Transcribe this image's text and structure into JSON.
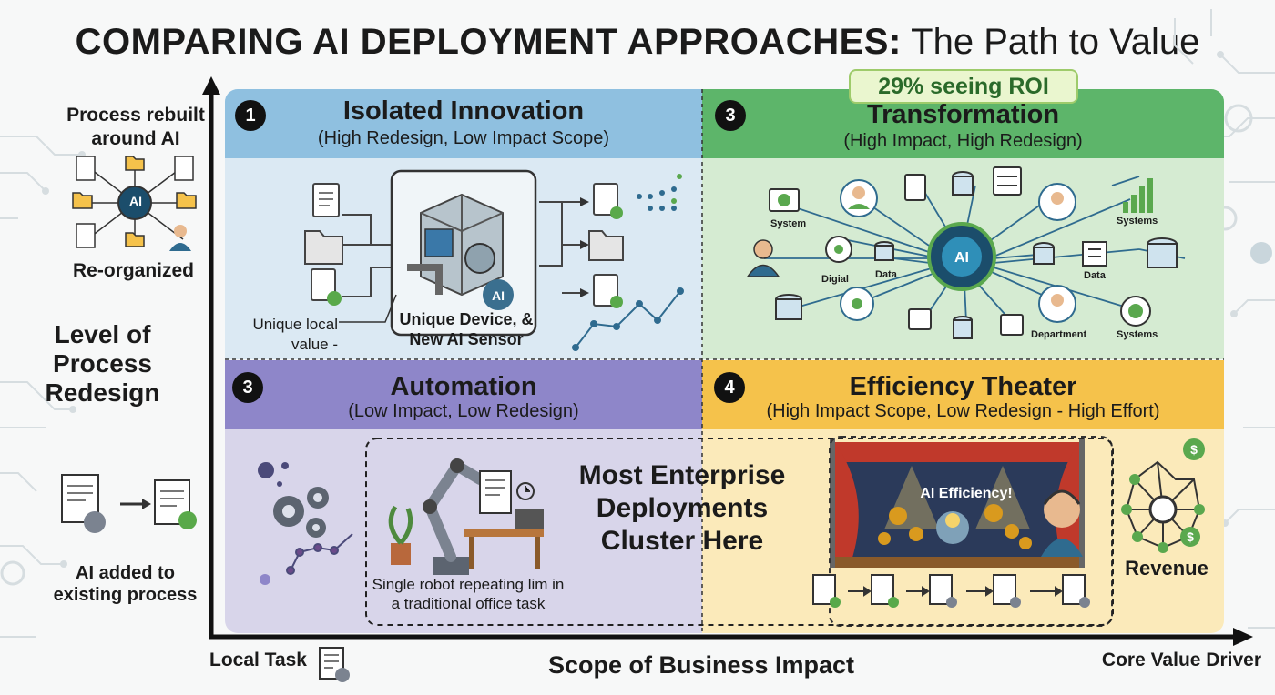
{
  "title": {
    "bold": "COMPARING AI DEPLOYMENT APPROACHES:",
    "rest": "The Path to Value"
  },
  "y_axis": {
    "label": "Level of Process Redesign",
    "top_label": "Process rebuilt around AI",
    "top_caption": "Re-organized",
    "bottom_label": "AI added to existing process",
    "hub_text": "AI"
  },
  "x_axis": {
    "label": "Scope of Business Impact",
    "left": "Local Task",
    "right": "Core Value Driver"
  },
  "quadrants": {
    "isolated": {
      "num": "1",
      "title": "Isolated Innovation",
      "subtitle": "(High Redesign, Low Impact Scope)",
      "device_label": "Unique Device, & New AI Sensor",
      "callout": "Unique local value -",
      "ai_badge": "AI",
      "color": "#8fc0e0"
    },
    "transformation": {
      "num": "3",
      "title": "Transformation",
      "subtitle": "(High Impact, High Redesign)",
      "badge": "29% seeing ROI",
      "center": "AI",
      "nodes": [
        "System",
        "Digial",
        "Data",
        "Systems",
        "Data",
        "Department",
        "Systems"
      ],
      "color": "#5db56a"
    },
    "automation": {
      "num": "3",
      "title": "Automation",
      "subtitle": "(Low Impact, Low Redesign)",
      "robot_caption": "Single robot repeating lim in a traditional office task",
      "color": "#8e86c9"
    },
    "efficiency": {
      "num": "4",
      "title": "Efficiency Theater",
      "subtitle": "(High Impact Scope, Low Redesign - High Effort)",
      "stage_text": "AI Efficiency!",
      "revenue": "Revenue",
      "dollar": "$",
      "color": "#f5c24b"
    }
  },
  "cluster_text": "Most Enterprise Deployments Cluster Here"
}
